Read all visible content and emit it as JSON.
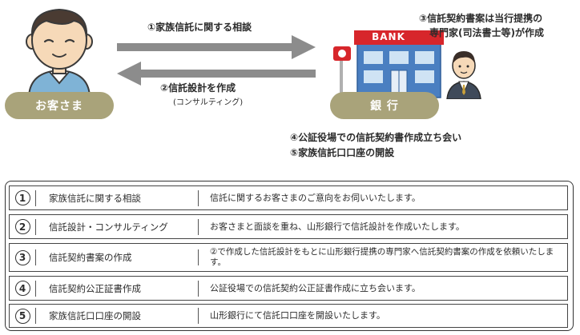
{
  "diagram": {
    "customer_label": "お客さま",
    "bank_label": "銀 行",
    "bank_sign": "BANK",
    "arrow_right_label": "①家族信託に関する相談",
    "arrow_left_label": "②信託設計を作成",
    "arrow_left_sub": "(コンサルティング)",
    "expert_note_line1": "③信託契約書案は当行提携の",
    "expert_note_line2": "専門家(司法書士等)が作成",
    "bottom_note_line1": "④公証役場での信託契約書作成立ち会い",
    "bottom_note_line2": "⑤家族信託口口座の開設"
  },
  "table": {
    "rows": [
      {
        "num": "1",
        "title": "家族信託に関する相談",
        "desc": "信託に関するお客さまのご意向をお伺いいたします。"
      },
      {
        "num": "2",
        "title": "信託設計・コンサルティング",
        "desc": "お客さまと面談を重ね、山形銀行で信託設計を作成いたします。"
      },
      {
        "num": "3",
        "title": "信託契約書案の作成",
        "desc": "②で作成した信託設計をもとに山形銀行提携の専門家へ信託契約書案の作成を依頼いたします。"
      },
      {
        "num": "4",
        "title": "信託契約公正証書作成",
        "desc": "公証役場での信託契約公正証書作成に立ち会います。"
      },
      {
        "num": "5",
        "title": "家族信託口口座の開設",
        "desc": "山形銀行にて信託口口座を開設いたします。"
      }
    ]
  },
  "colors": {
    "pill": "#a9a37a",
    "arrow": "#8c8c8c",
    "bank_red": "#d7262b",
    "bank_blue": "#4a7fc1",
    "customer_shirt": "#7fb3d6"
  }
}
